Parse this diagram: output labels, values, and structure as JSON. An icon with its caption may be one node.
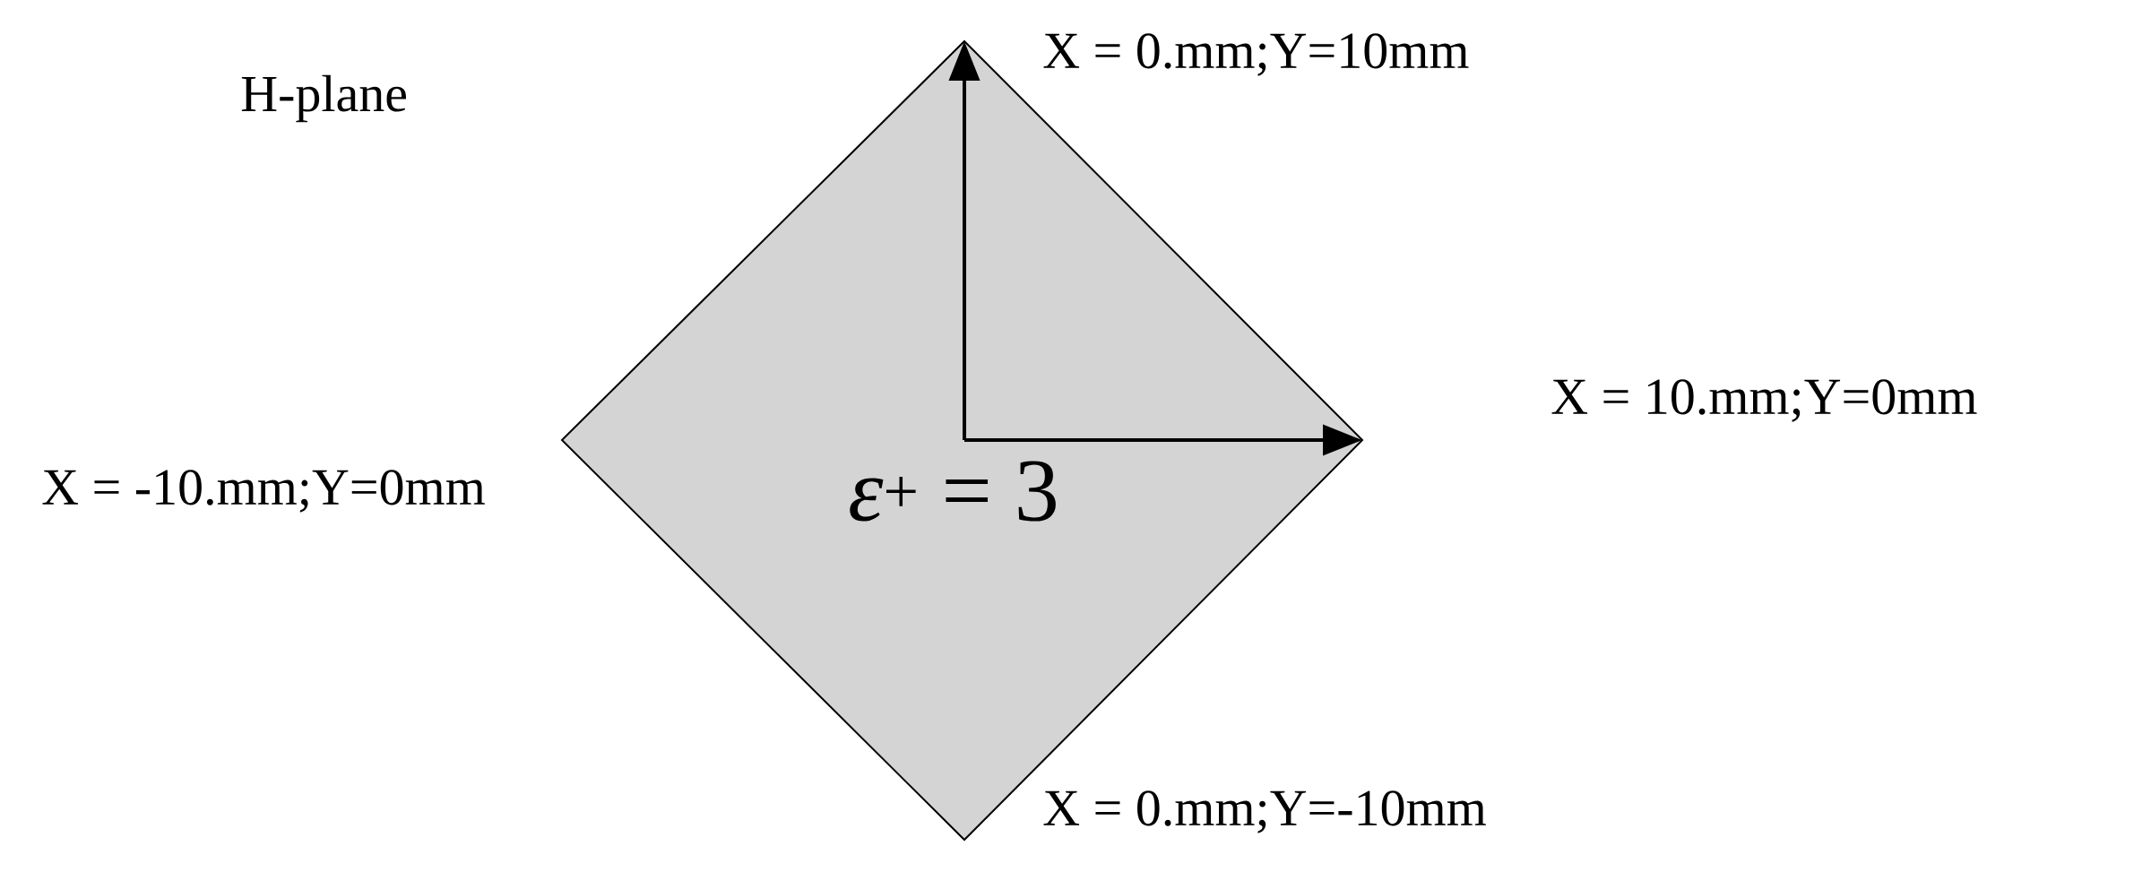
{
  "diagram": {
    "nodes": [
      {
        "text": [
          "*ε*$^{+}$ = 3"
        ]
      }
    ],
    "labels": [
      "H-plane",
      "X = 0.mm;Y=10mm",
      "X = 10.mm;Y=0mm",
      "X = -10.mm;Y=0mm",
      "X = 0.mm;Y=-10mm"
    ]
  }
}
